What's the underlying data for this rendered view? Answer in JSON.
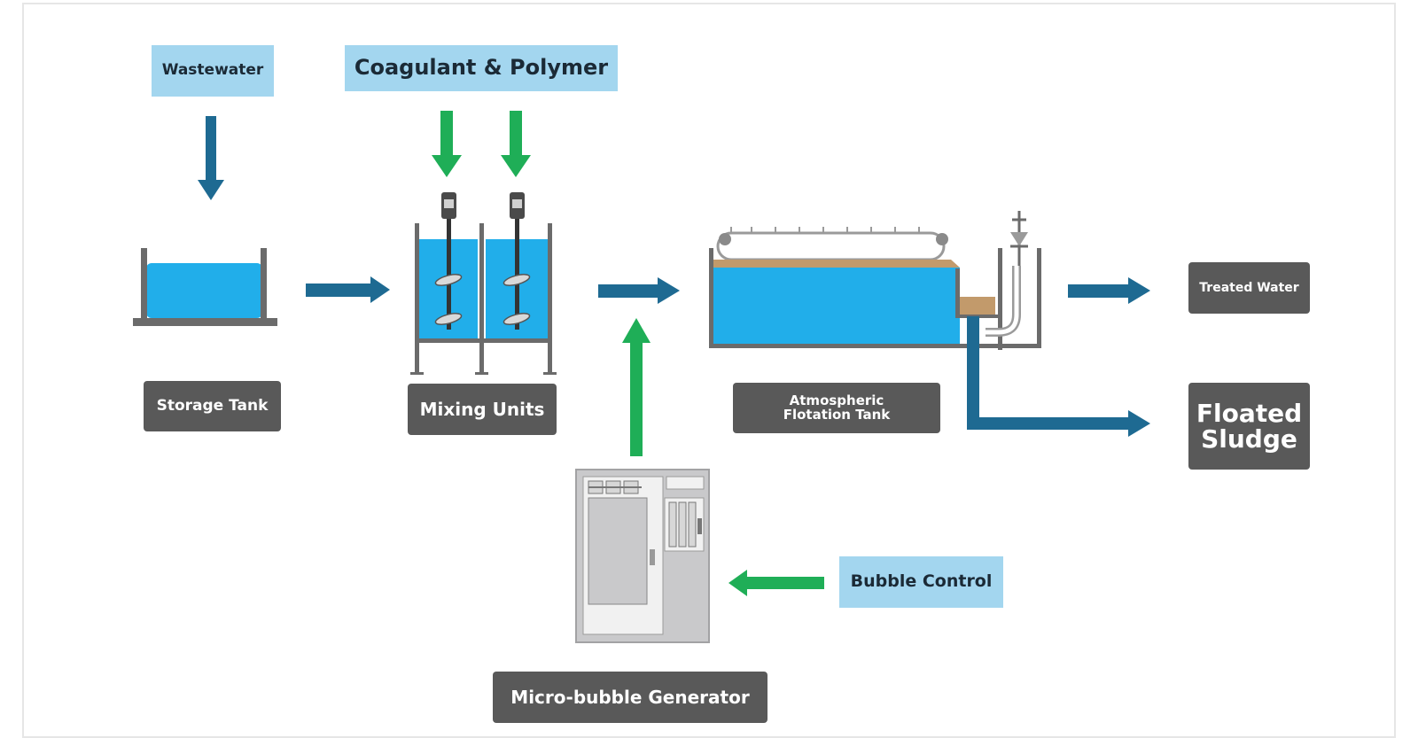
{
  "labels": {
    "wastewater": "Wastewater",
    "coagulant_polymer": "Coagulant & Polymer",
    "storage_tank": "Storage Tank",
    "mixing_units": "Mixing Units",
    "atmospheric_flotation_tank": "Atmospheric\nFlotation Tank",
    "treated_water": "Treated Water",
    "floated_sludge": "Floated\nSludge",
    "bubble_control": "Bubble Control",
    "micro_bubble_generator": "Micro-bubble Generator"
  },
  "colors": {
    "flow_arrow": "#1e6a92",
    "chemical_arrow": "#1fae57",
    "water": "#21aeea",
    "sludge": "#c29a6b",
    "tank_wall": "#6b6b6b",
    "light_label": "#a3d6ef",
    "dark_label": "#595959",
    "equipment": "#c9c9cb"
  }
}
